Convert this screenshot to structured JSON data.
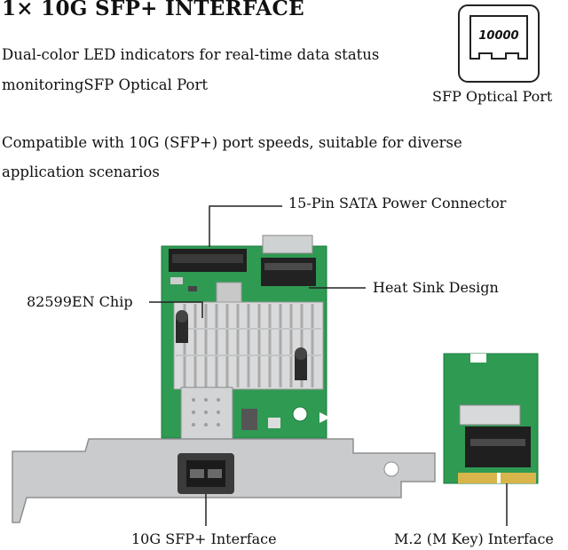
{
  "heading": "1× 10G SFP+ INTERFACE",
  "features": [
    "Dual-color LED indicators for real-time data status monitoringSFP Optical Port",
    "Compatible with 10G (SFP+) port speeds, suitable for diverse application scenarios"
  ],
  "port_icon": {
    "name": "sfp-port-icon",
    "text": "10000",
    "caption": "SFP Optical Port"
  },
  "callouts": {
    "sata": "15-Pin SATA Power Connector",
    "heatsink": "Heat Sink Design",
    "chip": "82599EN Chip",
    "sfp": "10G SFP+ Interface",
    "m2": "M.2 (M Key) Interface"
  },
  "colors": {
    "pcb": "#2f9a52",
    "pcb_dark": "#1e7a3e",
    "bracket": "#c9cbcc",
    "heatsink": "#d9dadb"
  }
}
